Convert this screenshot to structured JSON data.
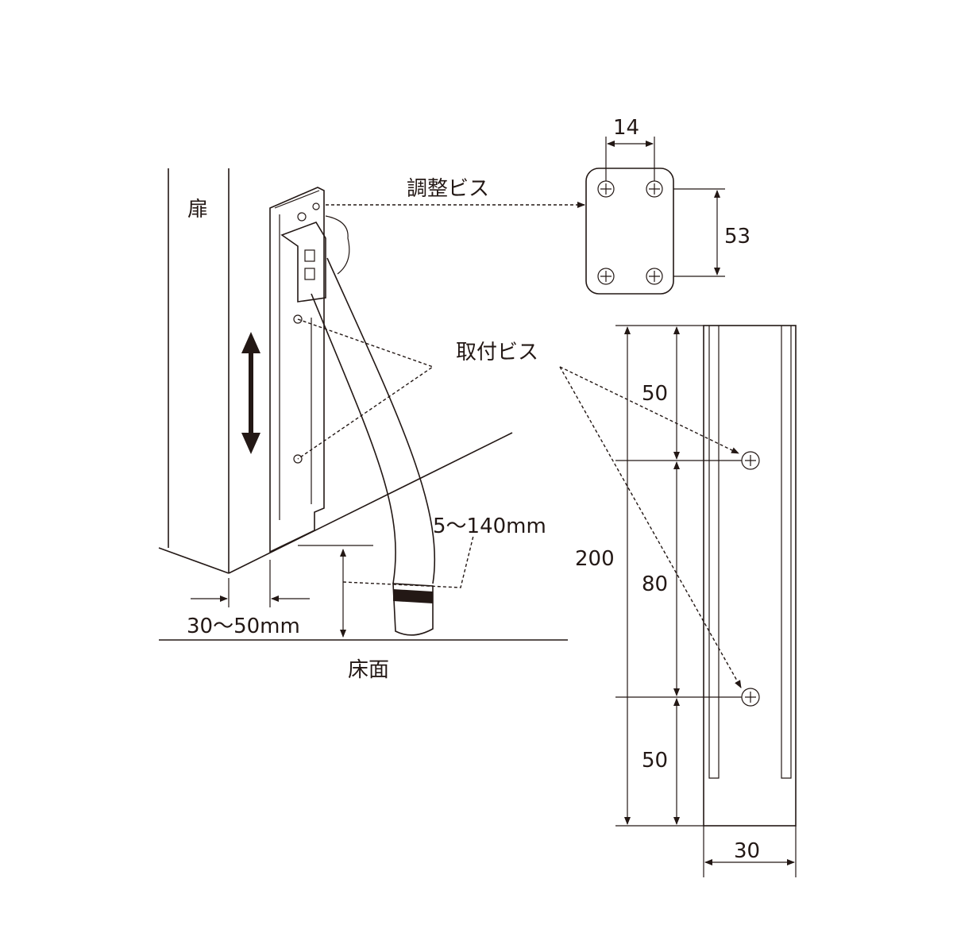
{
  "labels": {
    "door": "扉",
    "adjust_screw": "調整ビス",
    "mount_screw": "取付ビス",
    "floor": "床面",
    "gap_range": "5～140mm",
    "offset_range": "30～50mm"
  },
  "plate_dims": {
    "width": "14",
    "height": "53"
  },
  "bracket_dims": {
    "top": "50",
    "middle": "80",
    "bottom": "50",
    "total": "200",
    "width": "30"
  },
  "colors": {
    "ink": "#231815",
    "background": "#ffffff"
  }
}
